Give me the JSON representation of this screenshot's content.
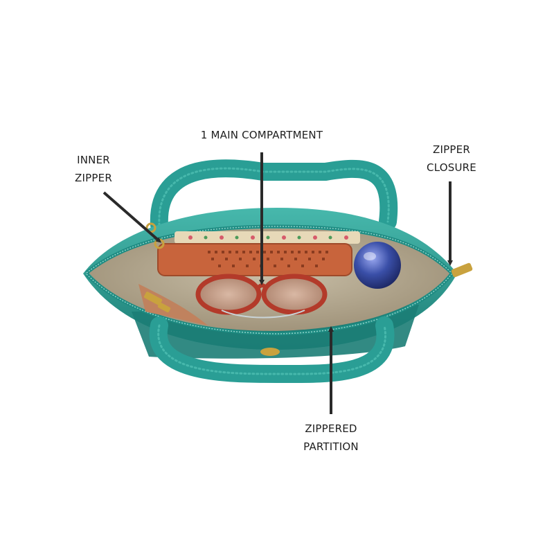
{
  "photo": {
    "subject": "open-tote-bag",
    "colors": {
      "bag": "#2a9e95",
      "bag_dark": "#1c7d75",
      "bag_light": "#47b8ac",
      "lining": "#b9ad94",
      "lining_dark": "#9d9077",
      "zipper": "#1e8b82",
      "zip_pull": "#c9a23e",
      "wallet": "#c8643c",
      "sunglasses_frame": "#b33a2a",
      "ball": "#3a4fa8",
      "arrow": "#2a2a2a"
    }
  },
  "callouts": {
    "main_compartment": {
      "lines": [
        "1 MAIN COMPARTMENT"
      ]
    },
    "inner_zipper": {
      "lines": [
        "INNER",
        "ZIPPER"
      ]
    },
    "zipper_closure": {
      "lines": [
        "ZIPPER",
        "CLOSURE"
      ]
    },
    "zippered_partition": {
      "lines": [
        "ZIPPERED",
        "PARTITION"
      ]
    }
  }
}
